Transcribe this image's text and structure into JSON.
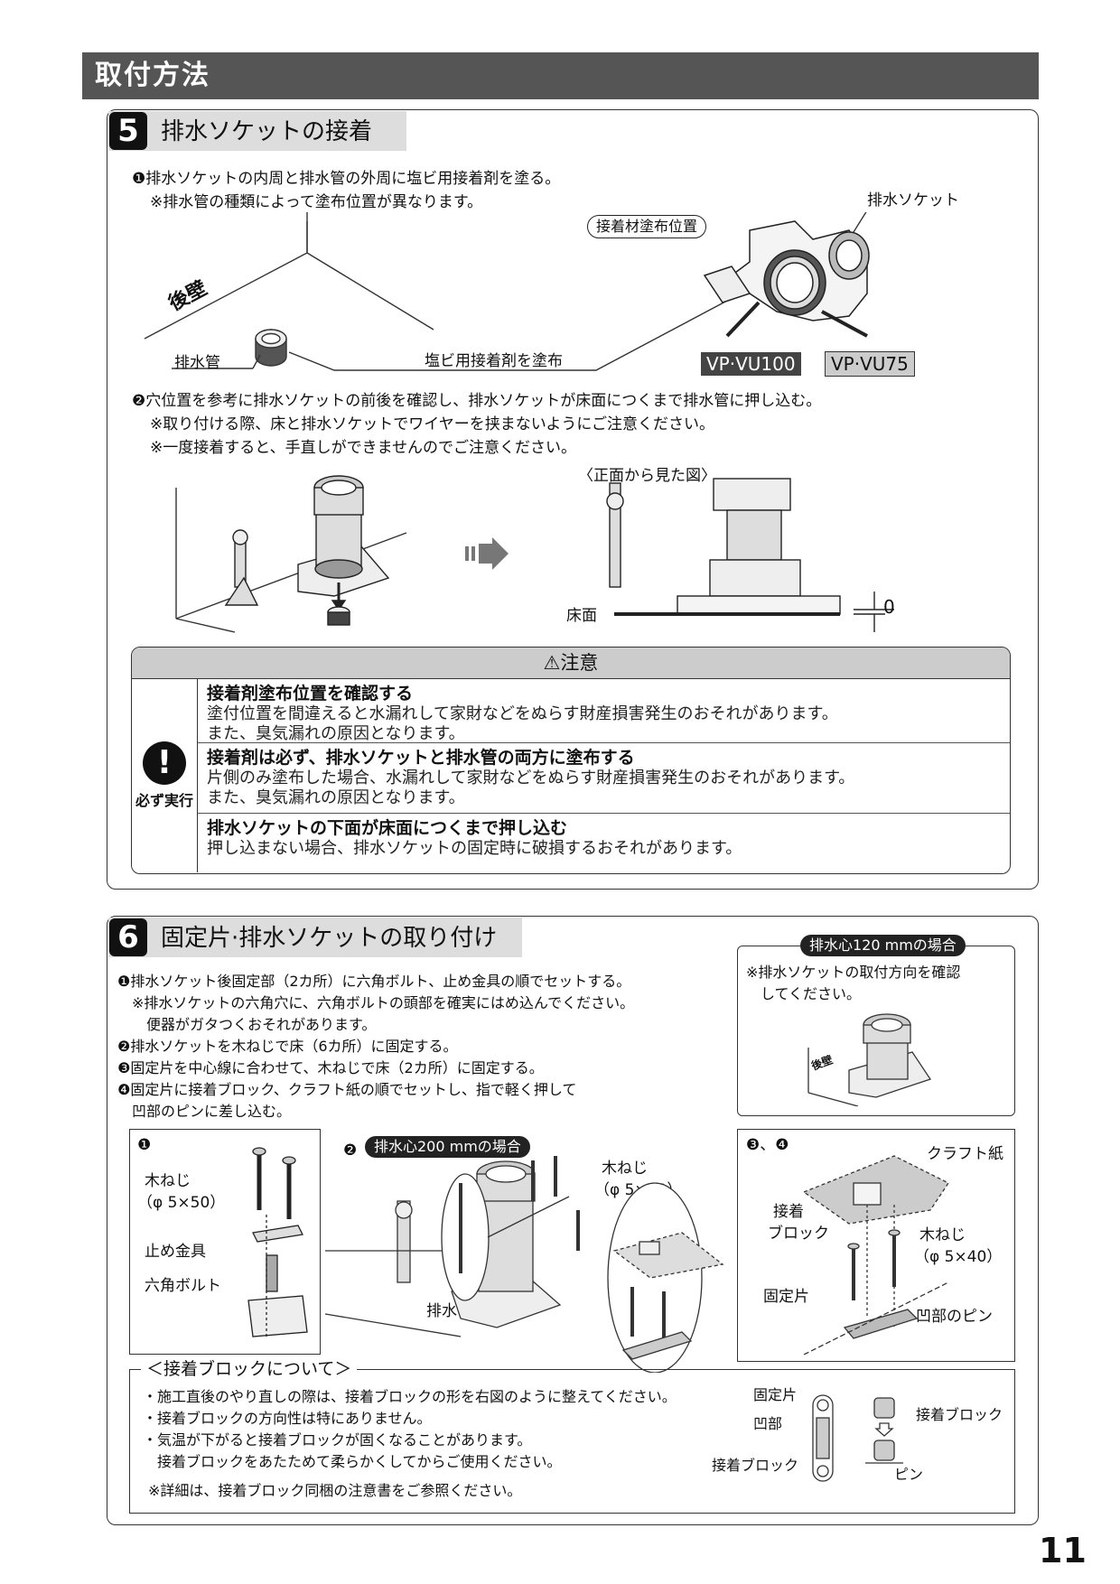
{
  "header": {
    "title": "取付方法"
  },
  "step5": {
    "number": "5",
    "title": "排水ソケットの接着",
    "instr1": "❶排水ソケットの内周と排水管の外周に塩ビ用接着剤を塗る。",
    "instr1_note": "※排水管の種類によって塗布位置が異なります。",
    "label_socket": "排水ソケット",
    "label_adhesive_pos": "接着材塗布位置",
    "label_wall": "後壁",
    "label_pipe": "排水管",
    "label_apply": "塩ビ用接着剤を塗布",
    "tag_vu100": "VP·VU100",
    "tag_vu75": "VP·VU75",
    "instr2": "❷穴位置を参考に排水ソケットの前後を確認し、排水ソケットが床面につくまで排水管に押し込む。",
    "instr2_note1": "※取り付ける際、床と排水ソケットでワイヤーを挟まないようにご注意ください。",
    "instr2_note2": "※一度接着すると、手直しができませんのでご注意ください。",
    "label_front": "〈正面から見た図〉",
    "label_floor": "床面",
    "label_zero": "0"
  },
  "caution": {
    "head": "注意",
    "icon_label": "必ず実行",
    "rows": [
      {
        "title": "接着剤塗布位置を確認する",
        "body1": "塗付位置を間違えると水漏れして家財などをぬらす財産損害発生のおそれがあります。",
        "body2": "また、臭気漏れの原因となります。"
      },
      {
        "title": "接着剤は必ず、排水ソケットと排水管の両方に塗布する",
        "body1": "片側のみ塗布した場合、水漏れして家財などをぬらす財産損害発生のおそれがあります。",
        "body2": "また、臭気漏れの原因となります。"
      },
      {
        "title": "排水ソケットの下面が床面につくまで押し込む",
        "body1": "押し込まない場合、排水ソケットの固定時に破損するおそれがあります。"
      }
    ]
  },
  "step6": {
    "number": "6",
    "title": "固定片·排水ソケットの取り付け",
    "lines": [
      "❶排水ソケット後固定部（2カ所）に六角ボルト、止め金具の順でセットする。",
      "　※排水ソケットの六角穴に、六角ボルトの頭部を確実にはめ込んでください。",
      "　　便器がガタつくおそれがあります。",
      "❷排水ソケットを木ねじで床（6カ所）に固定する。",
      "❸固定片を中心線に合わせて、木ねじで床（2カ所）に固定する。",
      "❹固定片に接着ブロック、クラフト紙の順でセットし、指で軽く押して",
      "　凹部のピンに差し込む。"
    ],
    "case120_title": "排水心120 mmの場合",
    "case120_note1": "※排水ソケットの取付方向を確認",
    "case120_note2": "　してください。",
    "case120_wall": "後壁",
    "box1_num": "❶",
    "box1_screw": "木ねじ",
    "box1_screw_size": "（φ 5×50）",
    "box1_bracket": "止め金具",
    "box1_bolt": "六角ボルト",
    "box2_num": "❷",
    "box2_title": "排水心200 mmの場合",
    "box2_screw": "木ねじ",
    "box2_screw_size": "（φ 5×50）",
    "box2_socket": "排水ソケット",
    "box3_num": "❸、❹",
    "box3_kraft": "クラフト紙",
    "box3_block1": "接着",
    "box3_block2": "ブロック",
    "box3_screw": "木ねじ",
    "box3_screw_size": "（φ 5×40）",
    "box3_fix": "固定片",
    "box3_pin": "凹部のピン"
  },
  "block_about": {
    "title": "＜接着ブロックについて＞",
    "lines": [
      "・施工直後のやり直しの際は、接着ブロックの形を右図のように整えてください。",
      "・接着ブロックの方向性は特にありません。",
      "・気温が下がると接着ブロックが固くなることがあります。",
      "　接着ブロックをあたためて柔らかくしてからご使用ください。"
    ],
    "note": "※詳細は、接着ブロック同梱の注意書をご参照ください。",
    "fig_fix": "固定片",
    "fig_recess": "凹部",
    "fig_block": "接着ブロック",
    "fig_block2": "接着ブロック",
    "fig_pin": "ピン"
  },
  "page_number": "11"
}
